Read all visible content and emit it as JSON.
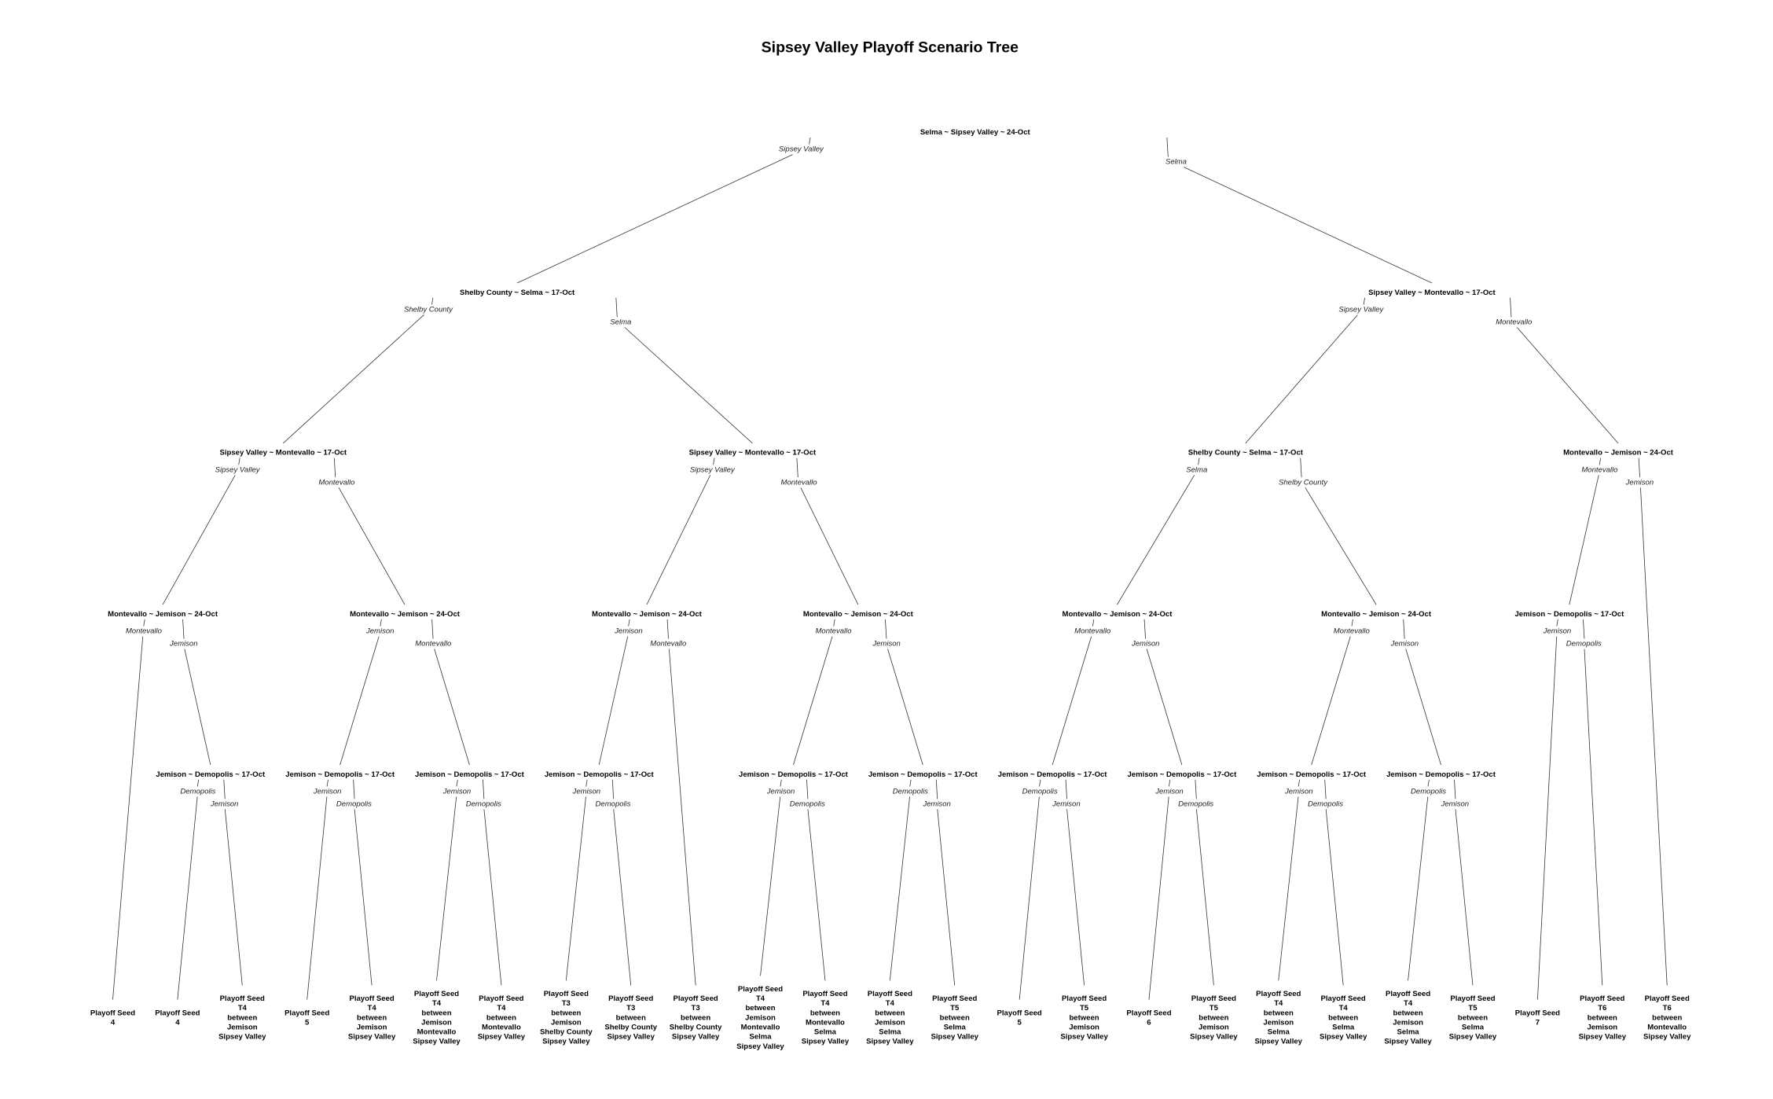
{
  "title": "Sipsey Valley Playoff Scenario Tree",
  "tree": {
    "match": "Selma ~ Sipsey Valley ~ 24-Oct",
    "branches": [
      {
        "label": "Sipsey Valley",
        "child": {
          "match": "Shelby County ~ Selma ~ 17-Oct",
          "branches": [
            {
              "label": "Shelby County",
              "child": {
                "match": "Sipsey Valley ~ Montevallo ~ 17-Oct",
                "branches": [
                  {
                    "label": "Sipsey Valley",
                    "child": {
                      "match": "Montevallo ~ Jemison ~ 24-Oct",
                      "branches": [
                        {
                          "label": "Montevallo",
                          "child": {
                            "lines": [
                              "Playoff Seed",
                              "4"
                            ]
                          }
                        },
                        {
                          "label": "Jemison",
                          "child": {
                            "match": "Jemison ~ Demopolis ~ 17-Oct",
                            "branches": [
                              {
                                "label": "Demopolis",
                                "child": {
                                  "lines": [
                                    "Playoff Seed",
                                    "4"
                                  ]
                                }
                              },
                              {
                                "label": "Jemison",
                                "child": {
                                  "lines": [
                                    "Playoff Seed",
                                    "T4",
                                    "between",
                                    "Jemison",
                                    "Sipsey Valley"
                                  ]
                                }
                              }
                            ]
                          }
                        }
                      ]
                    }
                  },
                  {
                    "label": "Montevallo",
                    "child": {
                      "match": "Montevallo ~ Jemison ~ 24-Oct",
                      "branches": [
                        {
                          "label": "Jemison",
                          "child": {
                            "match": "Jemison ~ Demopolis ~ 17-Oct",
                            "branches": [
                              {
                                "label": "Jemison",
                                "child": {
                                  "lines": [
                                    "Playoff Seed",
                                    "5"
                                  ]
                                }
                              },
                              {
                                "label": "Demopolis",
                                "child": {
                                  "lines": [
                                    "Playoff Seed",
                                    "T4",
                                    "between",
                                    "Jemison",
                                    "Sipsey Valley"
                                  ]
                                }
                              }
                            ]
                          }
                        },
                        {
                          "label": "Montevallo",
                          "child": {
                            "match": "Jemison ~ Demopolis ~ 17-Oct",
                            "branches": [
                              {
                                "label": "Jemison",
                                "child": {
                                  "lines": [
                                    "Playoff Seed",
                                    "T4",
                                    "between",
                                    "Jemison",
                                    "Montevallo",
                                    "Sipsey Valley"
                                  ]
                                }
                              },
                              {
                                "label": "Demopolis",
                                "child": {
                                  "lines": [
                                    "Playoff Seed",
                                    "T4",
                                    "between",
                                    "Montevallo",
                                    "Sipsey Valley"
                                  ]
                                }
                              }
                            ]
                          }
                        }
                      ]
                    }
                  }
                ]
              }
            },
            {
              "label": "Selma",
              "child": {
                "match": "Sipsey Valley ~ Montevallo ~ 17-Oct",
                "branches": [
                  {
                    "label": "Sipsey Valley",
                    "child": {
                      "match": "Montevallo ~ Jemison ~ 24-Oct",
                      "branches": [
                        {
                          "label": "Jemison",
                          "child": {
                            "match": "Jemison ~ Demopolis ~ 17-Oct",
                            "branches": [
                              {
                                "label": "Jemison",
                                "child": {
                                  "lines": [
                                    "Playoff Seed",
                                    "T3",
                                    "between",
                                    "Jemison",
                                    "Shelby County",
                                    "Sipsey Valley"
                                  ]
                                }
                              },
                              {
                                "label": "Demopolis",
                                "child": {
                                  "lines": [
                                    "Playoff Seed",
                                    "T3",
                                    "between",
                                    "Shelby County",
                                    "Sipsey Valley"
                                  ]
                                }
                              }
                            ]
                          }
                        },
                        {
                          "label": "Montevallo",
                          "child": {
                            "lines": [
                              "Playoff Seed",
                              "T3",
                              "between",
                              "Shelby County",
                              "Sipsey Valley"
                            ]
                          }
                        }
                      ]
                    }
                  },
                  {
                    "label": "Montevallo",
                    "child": {
                      "match": "Montevallo ~ Jemison ~ 24-Oct",
                      "branches": [
                        {
                          "label": "Montevallo",
                          "child": {
                            "match": "Jemison ~ Demopolis ~ 17-Oct",
                            "branches": [
                              {
                                "label": "Jemison",
                                "child": {
                                  "lines": [
                                    "Playoff Seed",
                                    "T4",
                                    "between",
                                    "Jemison",
                                    "Montevallo",
                                    "Selma",
                                    "Sipsey Valley"
                                  ]
                                }
                              },
                              {
                                "label": "Demopolis",
                                "child": {
                                  "lines": [
                                    "Playoff Seed",
                                    "T4",
                                    "between",
                                    "Montevallo",
                                    "Selma",
                                    "Sipsey Valley"
                                  ]
                                }
                              }
                            ]
                          }
                        },
                        {
                          "label": "Jemison",
                          "child": {
                            "match": "Jemison ~ Demopolis ~ 17-Oct",
                            "branches": [
                              {
                                "label": "Demopolis",
                                "child": {
                                  "lines": [
                                    "Playoff Seed",
                                    "T4",
                                    "between",
                                    "Jemison",
                                    "Selma",
                                    "Sipsey Valley"
                                  ]
                                }
                              },
                              {
                                "label": "Jemison",
                                "child": {
                                  "lines": [
                                    "Playoff Seed",
                                    "T5",
                                    "between",
                                    "Selma",
                                    "Sipsey Valley"
                                  ]
                                }
                              }
                            ]
                          }
                        }
                      ]
                    }
                  }
                ]
              }
            }
          ]
        }
      },
      {
        "label": "Selma",
        "child": {
          "match": "Sipsey Valley ~ Montevallo ~ 17-Oct",
          "branches": [
            {
              "label": "Sipsey Valley",
              "child": {
                "match": "Shelby County ~ Selma ~ 17-Oct",
                "branches": [
                  {
                    "label": "Selma",
                    "child": {
                      "match": "Montevallo ~ Jemison ~ 24-Oct",
                      "branches": [
                        {
                          "label": "Montevallo",
                          "child": {
                            "match": "Jemison ~ Demopolis ~ 17-Oct",
                            "branches": [
                              {
                                "label": "Demopolis",
                                "child": {
                                  "lines": [
                                    "Playoff Seed",
                                    "5"
                                  ]
                                }
                              },
                              {
                                "label": "Jemison",
                                "child": {
                                  "lines": [
                                    "Playoff Seed",
                                    "T5",
                                    "between",
                                    "Jemison",
                                    "Sipsey Valley"
                                  ]
                                }
                              }
                            ]
                          }
                        },
                        {
                          "label": "Jemison",
                          "child": {
                            "match": "Jemison ~ Demopolis ~ 17-Oct",
                            "branches": [
                              {
                                "label": "Jemison",
                                "child": {
                                  "lines": [
                                    "Playoff Seed",
                                    "6"
                                  ]
                                }
                              },
                              {
                                "label": "Demopolis",
                                "child": {
                                  "lines": [
                                    "Playoff Seed",
                                    "T5",
                                    "between",
                                    "Jemison",
                                    "Sipsey Valley"
                                  ]
                                }
                              }
                            ]
                          }
                        }
                      ]
                    }
                  },
                  {
                    "label": "Shelby County",
                    "child": {
                      "match": "Montevallo ~ Jemison ~ 24-Oct",
                      "branches": [
                        {
                          "label": "Montevallo",
                          "child": {
                            "match": "Jemison ~ Demopolis ~ 17-Oct",
                            "branches": [
                              {
                                "label": "Jemison",
                                "child": {
                                  "lines": [
                                    "Playoff Seed",
                                    "T4",
                                    "between",
                                    "Jemison",
                                    "Selma",
                                    "Sipsey Valley"
                                  ]
                                }
                              },
                              {
                                "label": "Demopolis",
                                "child": {
                                  "lines": [
                                    "Playoff Seed",
                                    "T4",
                                    "between",
                                    "Selma",
                                    "Sipsey Valley"
                                  ]
                                }
                              }
                            ]
                          }
                        },
                        {
                          "label": "Jemison",
                          "child": {
                            "match": "Jemison ~ Demopolis ~ 17-Oct",
                            "branches": [
                              {
                                "label": "Demopolis",
                                "child": {
                                  "lines": [
                                    "Playoff Seed",
                                    "T4",
                                    "between",
                                    "Jemison",
                                    "Selma",
                                    "Sipsey Valley"
                                  ]
                                }
                              },
                              {
                                "label": "Jemison",
                                "child": {
                                  "lines": [
                                    "Playoff Seed",
                                    "T5",
                                    "between",
                                    "Selma",
                                    "Sipsey Valley"
                                  ]
                                }
                              }
                            ]
                          }
                        }
                      ]
                    }
                  }
                ]
              }
            },
            {
              "label": "Montevallo",
              "child": {
                "match": "Montevallo ~ Jemison ~ 24-Oct",
                "branches": [
                  {
                    "label": "Montevallo",
                    "child": {
                      "match": "Jemison ~ Demopolis ~ 17-Oct",
                      "branches": [
                        {
                          "label": "Jemison",
                          "child": {
                            "lines": [
                              "Playoff Seed",
                              "7"
                            ]
                          }
                        },
                        {
                          "label": "Demopolis",
                          "child": {
                            "lines": [
                              "Playoff Seed",
                              "T6",
                              "between",
                              "Jemison",
                              "Sipsey Valley"
                            ]
                          }
                        }
                      ]
                    }
                  },
                  {
                    "label": "Jemison",
                    "child": {
                      "lines": [
                        "Playoff Seed",
                        "T6",
                        "between",
                        "Montevallo",
                        "Sipsey Valley"
                      ]
                    }
                  }
                ]
              }
            }
          ]
        }
      }
    ]
  }
}
